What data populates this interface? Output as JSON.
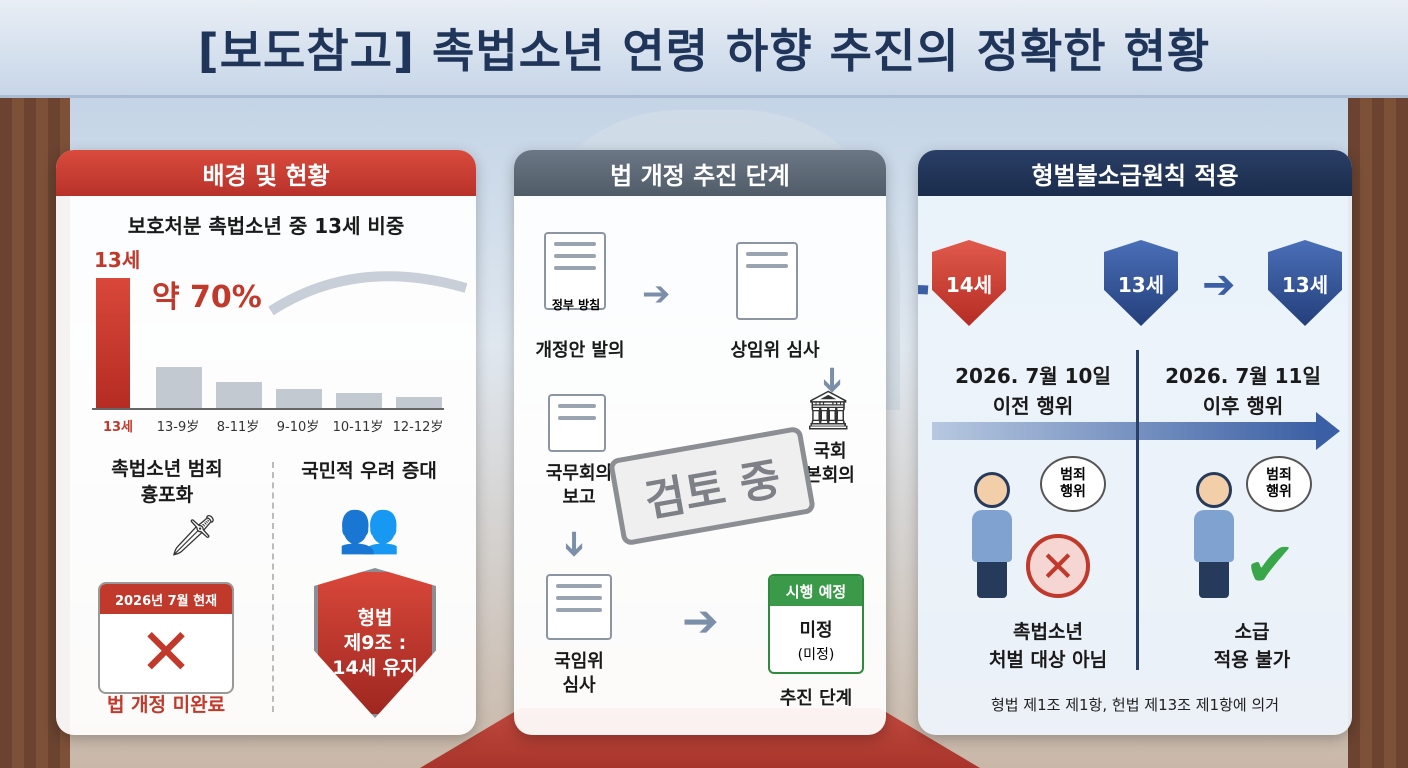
{
  "header": {
    "title": "[보도참고] 촉법소년 연령 하향 추진의 정확한 현황"
  },
  "panel1": {
    "heading": "배경 및 현황",
    "chart_title": "보호처분 촉법소년 중 13세 비중",
    "bar_label_top": "13세",
    "highlight": "약 70%",
    "issue_left": "촉법소년 범죄\n흉포화",
    "issue_right": "국민적 우려 증대",
    "calendar_header": "2026년 7월 현재",
    "calendar_caption": "법 개정 미완료",
    "shield_text": "형법\n제9조 :\n14세 유지"
  },
  "chart_data": {
    "type": "bar",
    "categories": [
      "13세",
      "13-9岁",
      "8-11岁",
      "9-10岁",
      "10-11岁",
      "12-12岁"
    ],
    "values": [
      70,
      22,
      14,
      10,
      8,
      6
    ],
    "title": "보호처분 촉법소년 중 13세 비중",
    "annotation": "약 70%",
    "ylim": [
      0,
      80
    ]
  },
  "panel2": {
    "heading": "법 개정 추진 단계",
    "step1_doc": "정부 방침",
    "step1": "개정안 발의",
    "step2": "상임위 심사",
    "step3": "국회\n본회의",
    "step4": "국무회의\n보고",
    "step5": "국임위\n심사",
    "stamp": "검토 중",
    "schedule_header": "시행 예정",
    "schedule_value": "미정",
    "schedule_sub": "(미정)",
    "schedule_caption": "추진 단계"
  },
  "panel3": {
    "heading": "형벌불소급원칙 적용",
    "shield_a": "14세",
    "shield_b": "13세",
    "shield_c": "13세",
    "before_date": "2026. 7월 10일",
    "before_label": "이전 행위",
    "after_date": "2026. 7월 11일",
    "after_label": "이후 행위",
    "bubble": "범죄\n행위",
    "result_before": "촉법소년\n처벌 대상 아님",
    "result_after": "소급\n적용 불가",
    "footnote": "형법 제1조 제1항, 헌법 제13조 제1항에 의거"
  },
  "colors": {
    "red": "#c0392b",
    "navy": "#1b2c4c",
    "green": "#3a9a4a",
    "gray": "#6c7785"
  }
}
